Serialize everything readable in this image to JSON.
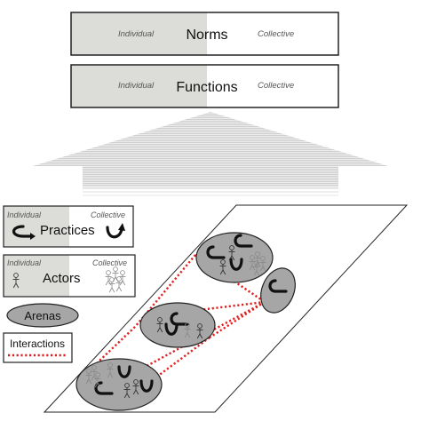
{
  "norms": {
    "left": "Individual",
    "title": "Norms",
    "right": "Collective"
  },
  "functions": {
    "left": "Individual",
    "title": "Functions",
    "right": "Collective"
  },
  "legend": {
    "practices": {
      "left": "Individual",
      "title": "Practices",
      "right": "Collective"
    },
    "actors": {
      "left": "Individual",
      "title": "Actors",
      "right": "Collective"
    },
    "arenas": {
      "title": "Arenas"
    },
    "interactions": {
      "title": "Interactions"
    }
  },
  "colors": {
    "individual_fill": "#dcdcd8",
    "arena_fill": "#a6a6a6",
    "interaction_line": "#e02020",
    "arrow_fill": "#dcdcdc",
    "border": "#222222"
  },
  "icons": [
    "curved-arrow-icon",
    "stick-figure-icon",
    "stick-figure-group-icon"
  ]
}
